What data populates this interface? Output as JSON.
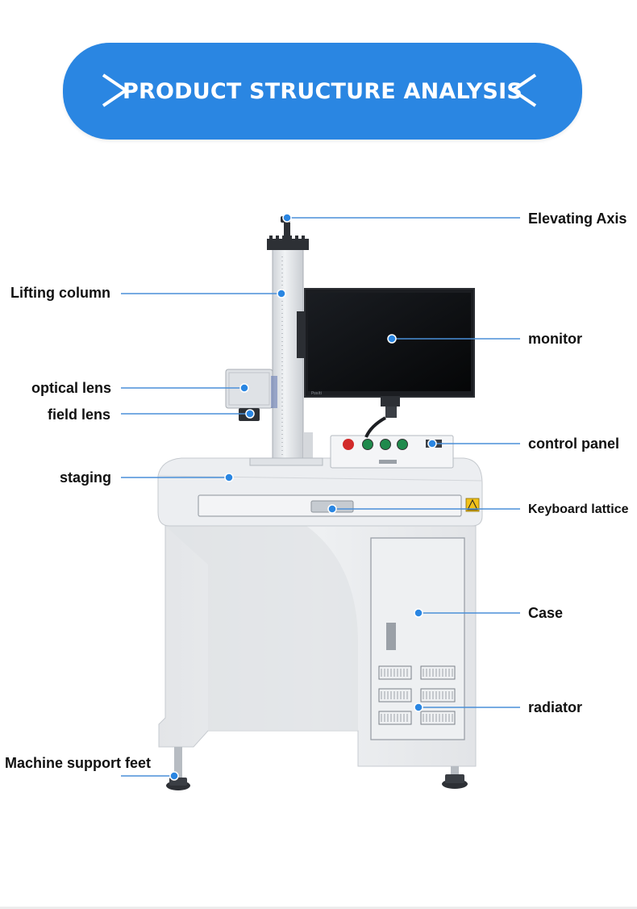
{
  "header": {
    "title": "PRODUCT STRUCTURE ANALYSIS",
    "left_glyph": "chevron-right-icon",
    "right_glyph": "chevron-left-icon"
  },
  "machine": {
    "monitor_brand": "Positi"
  },
  "labels": {
    "elevating_axis": "Elevating Axis",
    "lifting_column": "Lifting column",
    "monitor": "monitor",
    "optical_lens": "optical lens",
    "field_lens": "field lens",
    "control_panel": "control panel",
    "staging": "staging",
    "keyboard_lattice": "Keyboard lattice",
    "case": "Case",
    "radiator": "radiator",
    "support_feet": "Machine support feet"
  },
  "colors": {
    "banner": "#2a86e2",
    "callout_line": "#4a8fd8",
    "callout_dot": "#2a86e2",
    "machine_body": "#e9ebee",
    "monitor_screen": "#0b0d10"
  }
}
